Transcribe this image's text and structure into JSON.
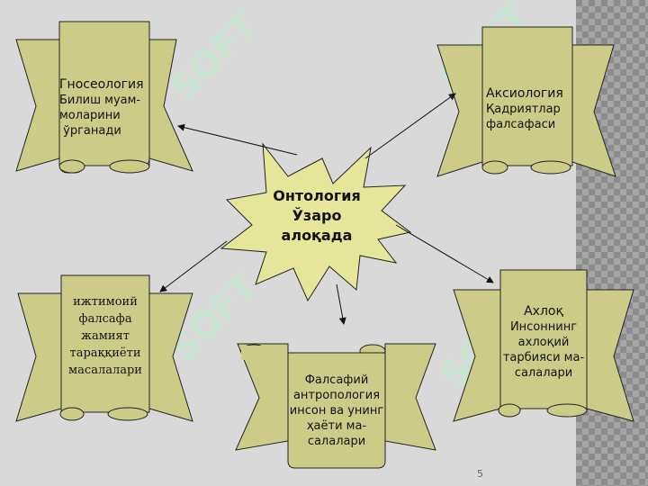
{
  "center": {
    "lines": [
      "Онтология",
      "Ўзаро",
      "алоқада"
    ]
  },
  "scrolls": {
    "top_left": {
      "lines": [
        "Гносеология",
        "Билиш муам-",
        "моларини",
        " ўрганади"
      ]
    },
    "top_right": {
      "lines": [
        "Аксиология",
        "Қадриятлар",
        "фалсафаси"
      ]
    },
    "bottom_left": {
      "lines": [
        "ижтимоий",
        "фалсафа",
        "жамият",
        "тараққиёти",
        "масалалари"
      ]
    },
    "bottom_mid": {
      "lines": [
        "Фалсафий",
        "антропология",
        "инсон ва унинг",
        "ҳаёти ма-",
        "салалари"
      ]
    },
    "bottom_right": {
      "lines": [
        "Ахлоқ",
        "Инсоннинг",
        "ахлоқий",
        "тарбияси ма-",
        "салалари"
      ]
    }
  },
  "page_number": "5",
  "colors": {
    "scroll_fill": "#cccc88",
    "star_fill": "#e6e69a",
    "background": "#d9d9d9"
  }
}
